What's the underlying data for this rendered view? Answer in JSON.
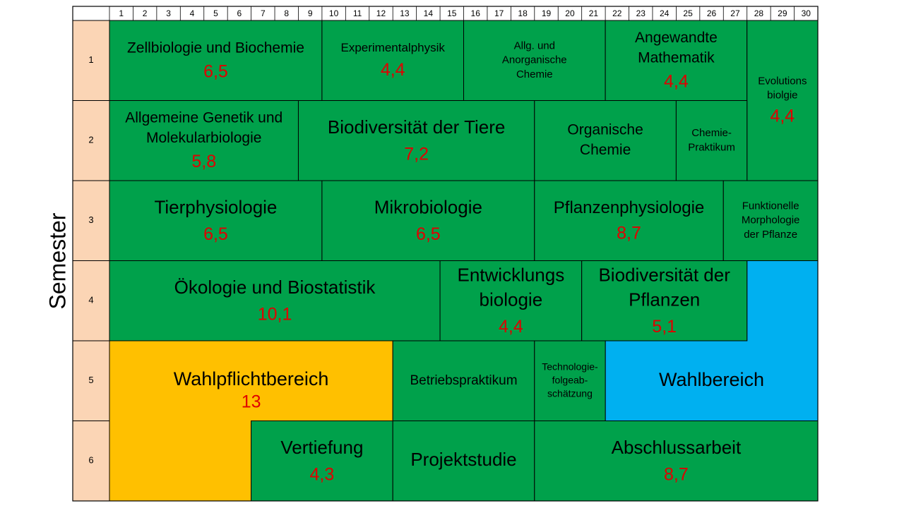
{
  "axis_label": "Semester",
  "columns": [
    "1",
    "2",
    "3",
    "4",
    "5",
    "6",
    "7",
    "8",
    "9",
    "10",
    "11",
    "12",
    "13",
    "14",
    "15",
    "16",
    "17",
    "18",
    "19",
    "20",
    "21",
    "22",
    "23",
    "24",
    "25",
    "26",
    "27",
    "28",
    "29",
    "30"
  ],
  "rows": [
    "1",
    "2",
    "3",
    "4",
    "5",
    "6"
  ],
  "colors": {
    "module": "#00a14b",
    "wahlpflicht": "#ffc000",
    "wahl": "#00b0f0",
    "semester_cell": "#fbd5b5",
    "credit": "#e00000",
    "grid": "#000000"
  },
  "modules": [
    {
      "id": "zellbio",
      "name": [
        "Zellbiologie und Biochemie"
      ],
      "credits": "6,5",
      "semester": 1,
      "col_start": 1,
      "col_end": 9,
      "kind": "module"
    },
    {
      "id": "expphys",
      "name": [
        "Experimentalphysik"
      ],
      "credits": "4,4",
      "semester": 1,
      "col_start": 10,
      "col_end": 15,
      "kind": "module"
    },
    {
      "id": "chemie",
      "name": [
        "Allg. und",
        "Anorganische",
        "Chemie"
      ],
      "credits": "",
      "semester": 1,
      "col_start": 16,
      "col_end": 21,
      "kind": "module"
    },
    {
      "id": "mathe",
      "name": [
        "Angewandte",
        "Mathematik"
      ],
      "credits": "4,4",
      "semester": 1,
      "col_start": 22,
      "col_end": 27,
      "kind": "module"
    },
    {
      "id": "evo",
      "name": [
        "Evolutions",
        "biolgie"
      ],
      "credits": "4,4",
      "semester_start": 1,
      "semester_end": 2,
      "col_start": 28,
      "col_end": 30,
      "kind": "module"
    },
    {
      "id": "genetik",
      "name": [
        "Allgemeine Genetik und",
        "Molekularbiologie"
      ],
      "credits": "5,8",
      "semester": 2,
      "col_start": 1,
      "col_end": 8,
      "kind": "module"
    },
    {
      "id": "biodivtiere",
      "name": [
        "Biodiversität der Tiere"
      ],
      "credits": "7,2",
      "semester": 2,
      "col_start": 9,
      "col_end": 18,
      "kind": "module"
    },
    {
      "id": "orgchem",
      "name": [
        "Organische",
        "Chemie"
      ],
      "credits": "",
      "semester": 2,
      "col_start": 19,
      "col_end": 24,
      "kind": "module"
    },
    {
      "id": "chemprak",
      "name": [
        "Chemie-",
        "Praktikum"
      ],
      "credits": "",
      "semester": 2,
      "col_start": 25,
      "col_end": 27,
      "kind": "module"
    },
    {
      "id": "tierphys",
      "name": [
        "Tierphysiologie"
      ],
      "credits": "6,5",
      "semester": 3,
      "col_start": 1,
      "col_end": 9,
      "kind": "module"
    },
    {
      "id": "mikro",
      "name": [
        "Mikrobiologie"
      ],
      "credits": "6,5",
      "semester": 3,
      "col_start": 10,
      "col_end": 18,
      "kind": "module"
    },
    {
      "id": "pflphys",
      "name": [
        "Pflanzenphysiologie"
      ],
      "credits": "8,7",
      "semester": 3,
      "col_start": 19,
      "col_end": 26,
      "kind": "module"
    },
    {
      "id": "funkmorph",
      "name": [
        "Funktionelle",
        "Morphologie",
        "der Pflanze"
      ],
      "credits": "",
      "semester": 3,
      "col_start": 27,
      "col_end": 30,
      "kind": "module"
    },
    {
      "id": "oeko",
      "name": [
        "Ökologie und Biostatistik"
      ],
      "credits": "10,1",
      "semester": 4,
      "col_start": 1,
      "col_end": 14,
      "kind": "module"
    },
    {
      "id": "entw",
      "name": [
        "Entwicklungs",
        "biologie"
      ],
      "credits": "4,4",
      "semester": 4,
      "col_start": 15,
      "col_end": 20,
      "kind": "module"
    },
    {
      "id": "biodivpfl",
      "name": [
        "Biodiversität der",
        "Pflanzen"
      ],
      "credits": "5,1",
      "semester": 4,
      "col_start": 21,
      "col_end": 27,
      "kind": "module"
    },
    {
      "id": "betrieb",
      "name": [
        "Betriebspraktikum"
      ],
      "credits": "",
      "semester": 5,
      "col_start": 13,
      "col_end": 18,
      "kind": "module"
    },
    {
      "id": "techfolg",
      "name": [
        "Technologie-",
        "folgeab-",
        "schätzung"
      ],
      "credits": "",
      "semester": 5,
      "col_start": 19,
      "col_end": 21,
      "kind": "module"
    },
    {
      "id": "vertiefung",
      "name": [
        "Vertiefung"
      ],
      "credits": "4,3",
      "semester": 6,
      "col_start": 7,
      "col_end": 12,
      "kind": "module"
    },
    {
      "id": "projekt",
      "name": [
        "Projektstudie"
      ],
      "credits": "",
      "semester": 6,
      "col_start": 13,
      "col_end": 18,
      "kind": "module"
    },
    {
      "id": "abschluss",
      "name": [
        "Abschlussarbeit"
      ],
      "credits": "8,7",
      "semester": 6,
      "col_start": 19,
      "col_end": 30,
      "kind": "module"
    }
  ],
  "wahlpflicht": {
    "name": "Wahlpflichtbereich",
    "credits": "13"
  },
  "wahl": {
    "name": "Wahlbereich",
    "credits": ""
  }
}
